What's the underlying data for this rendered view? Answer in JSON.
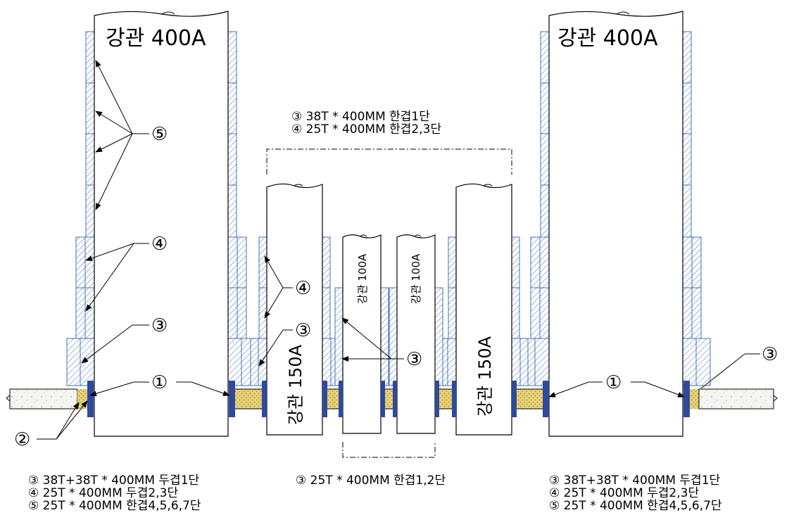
{
  "pipes": {
    "main_left": "강관 400A",
    "main_right": "강관 400A",
    "mid_left": "강관 150A",
    "mid_right": "강관 150A",
    "small_left": "강관 100A",
    "small_right": "강관 100A"
  },
  "markers": {
    "m1": "①",
    "m2": "②",
    "m3": "③",
    "m4": "④",
    "m5": "⑤"
  },
  "notes": {
    "top": [
      "③ 38T * 400MM 한겹1단",
      "④ 25T * 400MM 한겹2,3단"
    ],
    "bottom_left": [
      "③ 38T+38T * 400MM 두겹1단",
      "④ 25T * 400MM 두겹2,3단",
      "⑤ 25T * 400MM 한겹4,5,6,7단"
    ],
    "bottom_center": [
      "③ 25T * 400MM 한겹1,2단"
    ],
    "bottom_right": [
      "③ 38T+38T * 400MM 두겹1단",
      "④ 25T * 400MM 두겹2,3단",
      "⑤ 25T * 400MM 한겹4,5,6,7단"
    ]
  },
  "colors": {
    "insulation_stroke": "#4a6fb8",
    "hatch": "#6a8fd0",
    "seal": "#2e4a9e",
    "filler": "#e8d27a",
    "filler_dot": "#b59a2e",
    "concrete": "#f0f0ec",
    "line": "#000000"
  }
}
